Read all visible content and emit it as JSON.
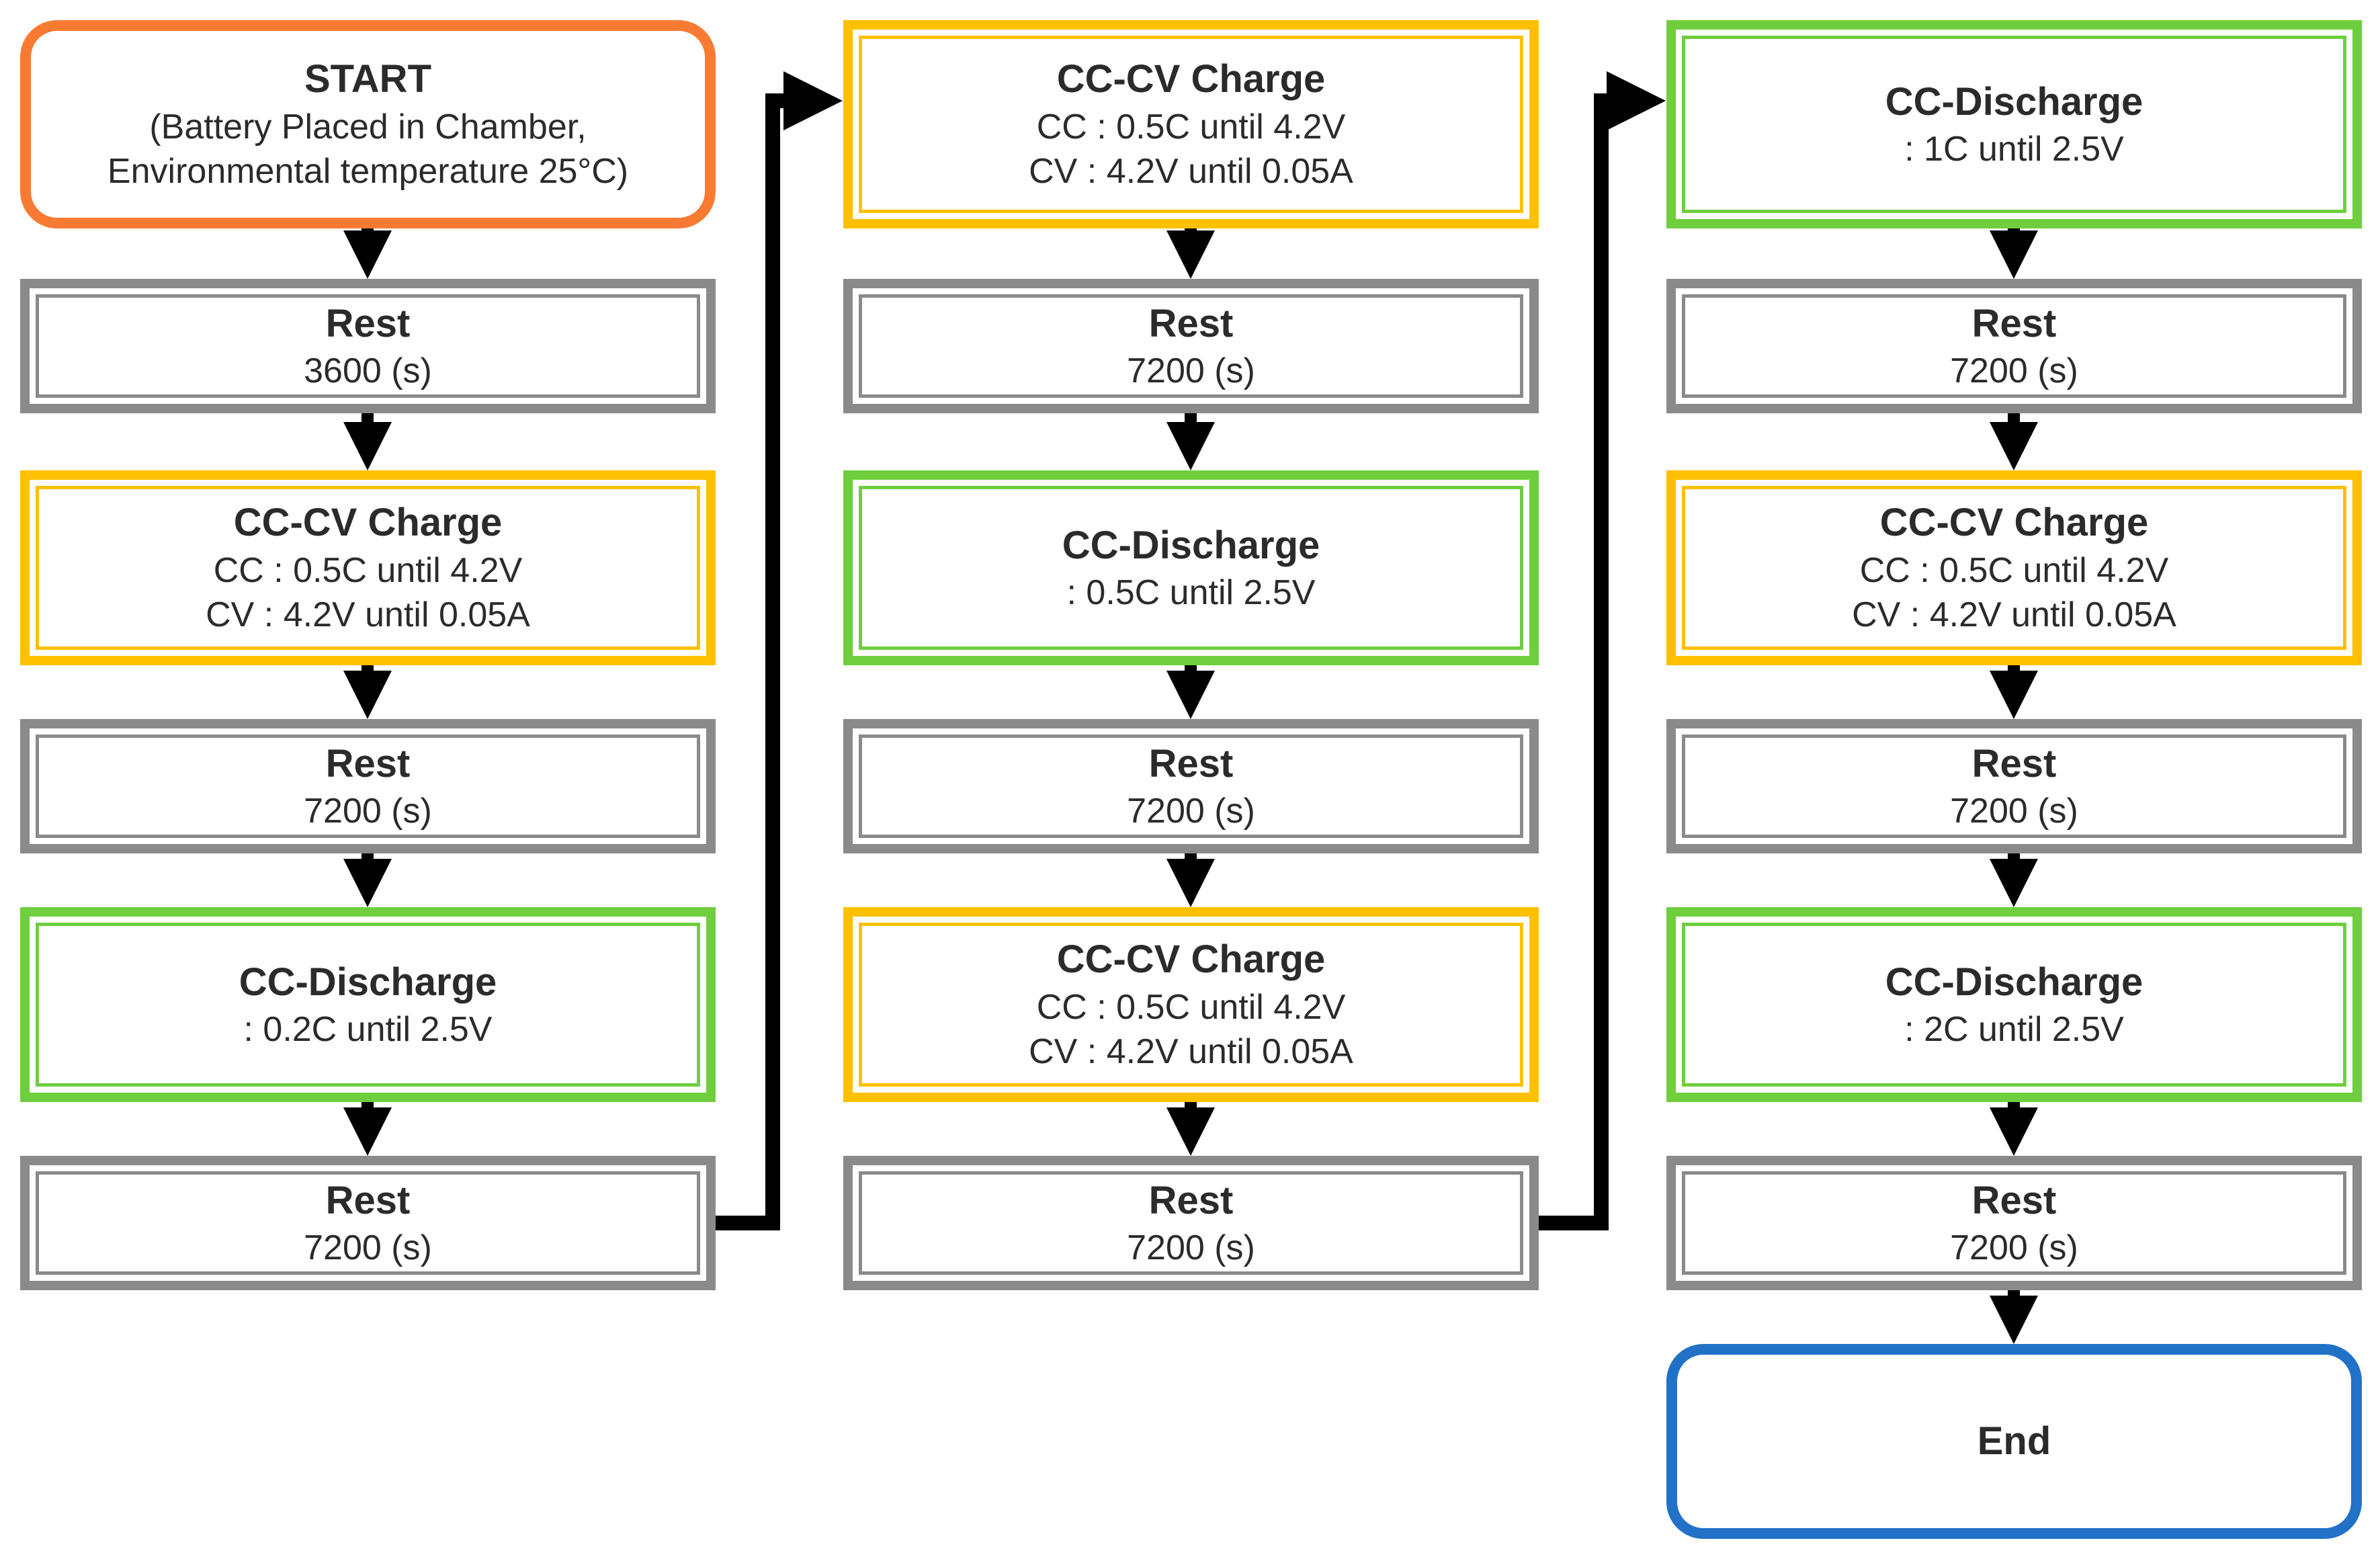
{
  "diagram": {
    "title_semantic": "Battery test procedure flowchart",
    "colors": {
      "start_border": "#F97B33",
      "charge_border": "#FFC000",
      "rest_border": "#8A8A8A",
      "discharge_border": "#6ECE3E",
      "end_border": "#2171C7",
      "arrow": "#000000",
      "text": "#2B2B2B",
      "box_fill": "#FFFFFF"
    },
    "columns": [
      {
        "boxes": [
          {
            "kind": "start",
            "title": "START",
            "line1": "(Battery Placed in Chamber,",
            "line2": "Environmental temperature 25°C)"
          },
          {
            "kind": "rest",
            "title": "Rest",
            "line1": "3600 (s)"
          },
          {
            "kind": "charge",
            "title": "CC-CV Charge",
            "line1": "CC : 0.5C until 4.2V",
            "line2": "CV : 4.2V until 0.05A"
          },
          {
            "kind": "rest",
            "title": "Rest",
            "line1": "7200 (s)"
          },
          {
            "kind": "discharge",
            "title": "CC-Discharge",
            "line1": ": 0.2C until 2.5V"
          },
          {
            "kind": "rest",
            "title": "Rest",
            "line1": "7200 (s)"
          }
        ]
      },
      {
        "boxes": [
          {
            "kind": "charge",
            "title": "CC-CV Charge",
            "line1": "CC : 0.5C until 4.2V",
            "line2": "CV : 4.2V until 0.05A"
          },
          {
            "kind": "rest",
            "title": "Rest",
            "line1": "7200 (s)"
          },
          {
            "kind": "discharge",
            "title": "CC-Discharge",
            "line1": ": 0.5C until 2.5V"
          },
          {
            "kind": "rest",
            "title": "Rest",
            "line1": "7200 (s)"
          },
          {
            "kind": "charge",
            "title": "CC-CV Charge",
            "line1": "CC : 0.5C until 4.2V",
            "line2": "CV : 4.2V until 0.05A"
          },
          {
            "kind": "rest",
            "title": "Rest",
            "line1": "7200 (s)"
          }
        ]
      },
      {
        "boxes": [
          {
            "kind": "discharge",
            "title": "CC-Discharge",
            "line1": ": 1C until 2.5V"
          },
          {
            "kind": "rest",
            "title": "Rest",
            "line1": "7200 (s)"
          },
          {
            "kind": "charge",
            "title": "CC-CV Charge",
            "line1": "CC : 0.5C until 4.2V",
            "line2": "CV : 4.2V until 0.05A"
          },
          {
            "kind": "rest",
            "title": "Rest",
            "line1": "7200 (s)"
          },
          {
            "kind": "discharge",
            "title": "CC-Discharge",
            "line1": ": 2C until 2.5V"
          },
          {
            "kind": "rest",
            "title": "Rest",
            "line1": "7200 (s)"
          },
          {
            "kind": "end",
            "title": "End"
          }
        ]
      }
    ]
  }
}
